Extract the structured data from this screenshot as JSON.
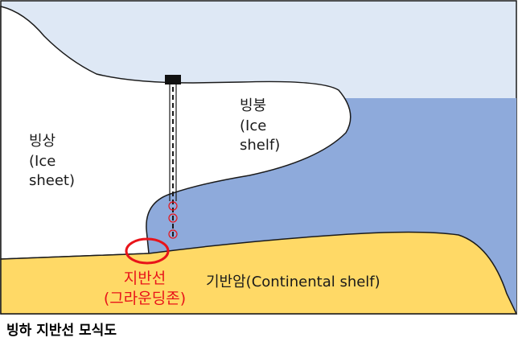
{
  "labels": {
    "ice_sheet_ko": "빙상",
    "ice_sheet_en1": "(Ice",
    "ice_sheet_en2": "sheet)",
    "ice_shelf_ko": "빙붕",
    "ice_shelf_en1": "(Ice",
    "ice_shelf_en2": "shelf)",
    "grounding_ko": "지반선",
    "grounding_paren": "(그라운딩존)",
    "bedrock": "기반암(Continental shelf)"
  },
  "caption": "빙하 지반선 모식도",
  "colors": {
    "sky": "#dee8f5",
    "ocean": "#8eaadb",
    "ice": "#ffffff",
    "bedrock": "#ffd966",
    "outline": "#1a1a1a",
    "highlight": "#e8141a",
    "label_text": "#1a1a1a"
  }
}
